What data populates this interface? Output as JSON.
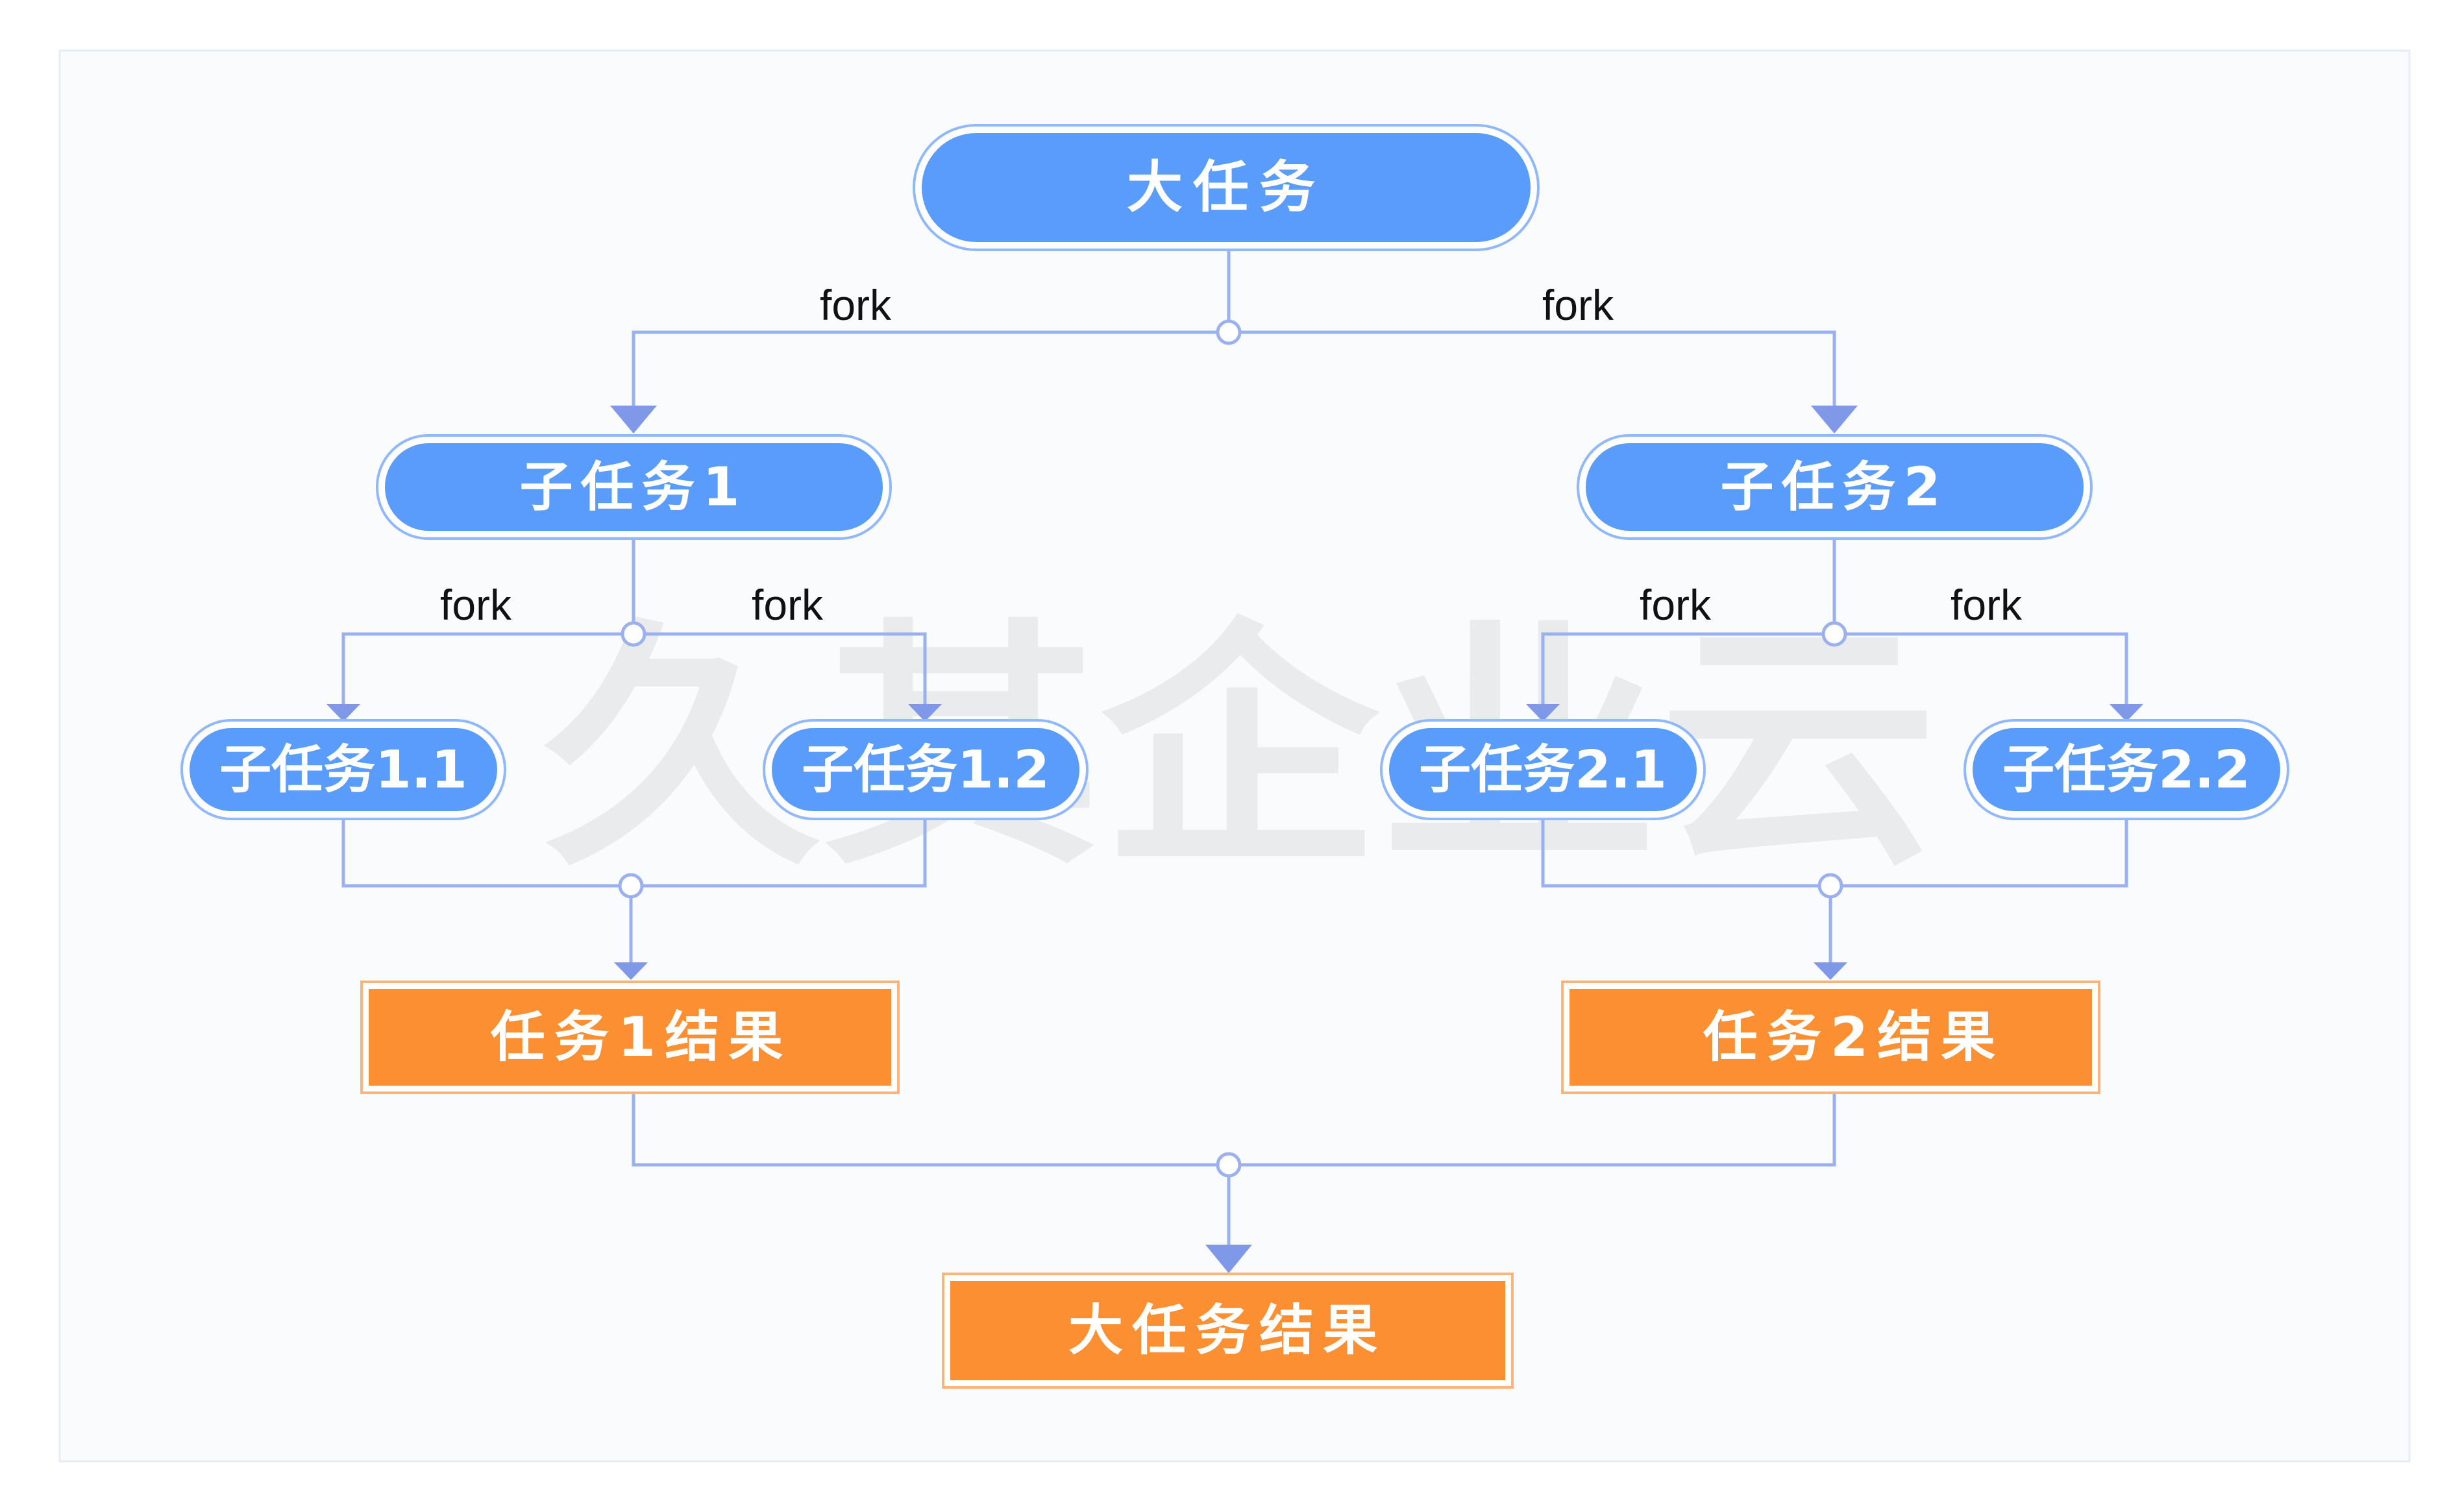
{
  "colors": {
    "background": "#ffffff",
    "panel": "#f9fbfd",
    "panel_border": "#e6ecf3",
    "task_fill": "#5a9cfb",
    "task_outline": "#8fb8ff",
    "result_fill": "#fb8f32",
    "result_outline": "#ffb27a",
    "connector": "#9bb0ef",
    "arrow": "#7f98e8",
    "label_text": "#111111"
  },
  "watermark": {
    "text": "久其企业云"
  },
  "nodes": {
    "root": {
      "label": "大任务"
    },
    "sub1": {
      "label": "子任务1"
    },
    "sub2": {
      "label": "子任务2"
    },
    "sub11": {
      "label": "子任务1.1"
    },
    "sub12": {
      "label": "子任务1.2"
    },
    "sub21": {
      "label": "子任务2.1"
    },
    "sub22": {
      "label": "子任务2.2"
    },
    "result1": {
      "label": "任务1结果"
    },
    "result2": {
      "label": "任务2结果"
    },
    "final": {
      "label": "大任务结果"
    }
  },
  "fork_labels": {
    "root_left": "fork",
    "root_right": "fork",
    "sub1_left": "fork",
    "sub1_right": "fork",
    "sub2_left": "fork",
    "sub2_right": "fork"
  }
}
